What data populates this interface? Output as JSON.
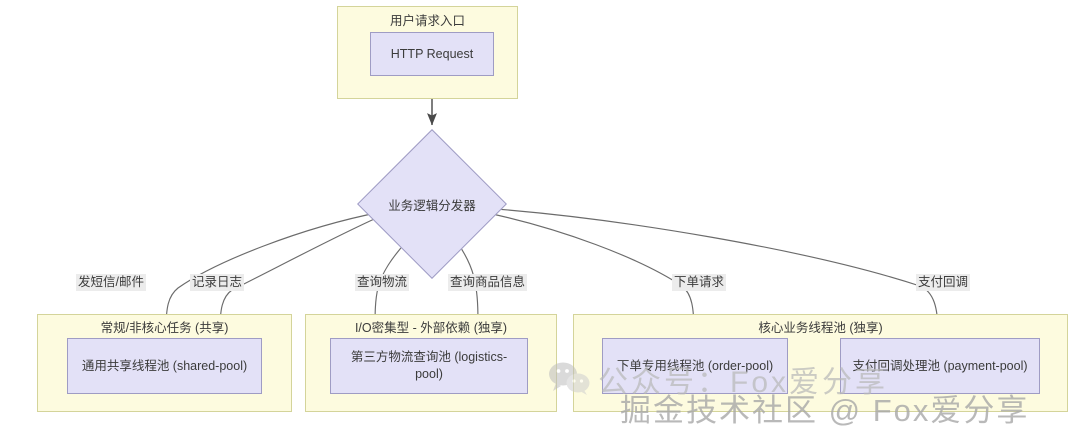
{
  "diagram": {
    "entry_group": {
      "title": "用户请求入口",
      "node": "HTTP Request"
    },
    "dispatcher": {
      "label": "业务逻辑分发器"
    },
    "edge_labels": [
      {
        "id": "sms-mail",
        "text": "发短信/邮件"
      },
      {
        "id": "logging",
        "text": "记录日志"
      },
      {
        "id": "query-logistics",
        "text": "查询物流"
      },
      {
        "id": "query-product",
        "text": "查询商品信息"
      },
      {
        "id": "place-order",
        "text": "下单请求"
      },
      {
        "id": "payment-callback",
        "text": "支付回调"
      }
    ],
    "groups": [
      {
        "id": "shared",
        "title": "常规/非核心任务 (共享)",
        "nodes": [
          {
            "id": "shared-pool",
            "text": "通用共享线程池 (shared-pool)"
          }
        ]
      },
      {
        "id": "io-bound",
        "title": "I/O密集型 - 外部依赖 (独享)",
        "nodes": [
          {
            "id": "logistics-pool",
            "text": "第三方物流查询池 (logistics-pool)"
          }
        ]
      },
      {
        "id": "core-business",
        "title": "核心业务线程池 (独享)",
        "nodes": [
          {
            "id": "order-pool",
            "text": "下单专用线程池 (order-pool)"
          },
          {
            "id": "payment-pool",
            "text": "支付回调处理池 (payment-pool)"
          }
        ]
      }
    ],
    "colors": {
      "group_fill": "#fdfbdf",
      "group_border": "#d4d49a",
      "node_fill": "#e3e1f7",
      "node_border": "#9f9cc4",
      "edge_stroke": "#6b6b6b",
      "text": "#3b3b3b",
      "label_chip": "#ececec"
    }
  },
  "watermarks": {
    "top": "公众号：Fox爱分享",
    "bottom": "掘金技术社区 @ Fox爱分享",
    "logo_name": "wechat-logo"
  }
}
